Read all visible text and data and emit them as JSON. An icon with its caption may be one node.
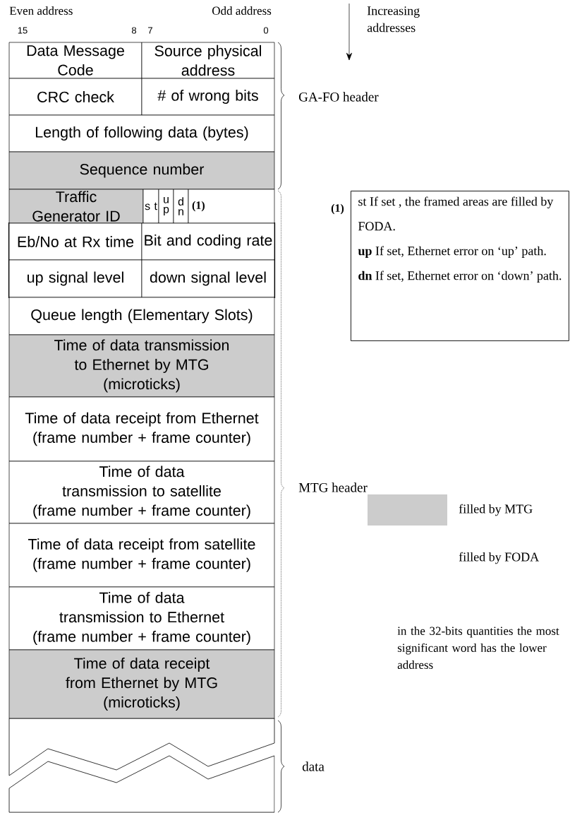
{
  "diagram": {
    "nodes": [
      {
        "text": [
          "Data Message Code"
        ]
      },
      {
        "text": [
          "Source physical address"
        ]
      },
      {
        "text": [
          "CRC check"
        ]
      },
      {
        "text": [
          "# of wrong bits"
        ]
      },
      {
        "text": [
          "Length of following data (bytes)"
        ]
      },
      {
        "text": [
          "Sequence number"
        ]
      },
      {
        "text": [
          "Traffic Generator ID"
        ]
      },
      {
        "text": [
          "s t"
        ]
      },
      {
        "text": [
          "u p"
        ]
      },
      {
        "text": [
          "d n"
        ]
      },
      {
        "text": [
          "(1)"
        ]
      },
      {
        "text": [
          "Eb/No at Rx time"
        ]
      },
      {
        "text": [
          "Bit and coding rate"
        ]
      },
      {
        "text": [
          "up signal level"
        ]
      },
      {
        "text": [
          "down signal level"
        ]
      },
      {
        "text": [
          "Queue length (Elementary Slots)"
        ]
      },
      {
        "text": [
          "Time of data transmission to Ethernet by MTG",
          "(microticks)"
        ]
      },
      {
        "text": [
          "Time of data receipt from Ethernet",
          "(frame number + frame counter)"
        ]
      },
      {
        "text": [
          "Time of data transmission to satellite",
          "(frame number + frame counter)"
        ]
      },
      {
        "text": [
          "Time of data receipt from satellite",
          "(frame number + frame counter)"
        ]
      },
      {
        "text": [
          "Time of data transmission to Ethernet",
          "(frame number + frame counter)"
        ]
      },
      {
        "text": [
          "Time of data receipt from Ethernet by MTG",
          "(microticks)"
        ]
      },
      {
        "text": [
          "st  If set , the framed areas are filled by FODA.",
          "**up**  If set, Ethernet error on ‘up’ path.",
          "**dn**  If set, Ethernet error on ‘down’ path."
        ],
        "beside": [
          "(1)"
        ]
      }
    ],
    "labels": [
      "Even address",
      "Odd address",
      "15",
      "8",
      "7",
      "0",
      "Increasing addresses",
      "GA-FO header",
      "MTG header",
      "data",
      "in the 32-bits quantities the most significant word has the lower address"
    ],
    "legend": [
      {
        "text": "filled by MTG",
        "color": "#cccccc"
      },
      {
        "text": "filled by FODA"
      }
    ]
  }
}
